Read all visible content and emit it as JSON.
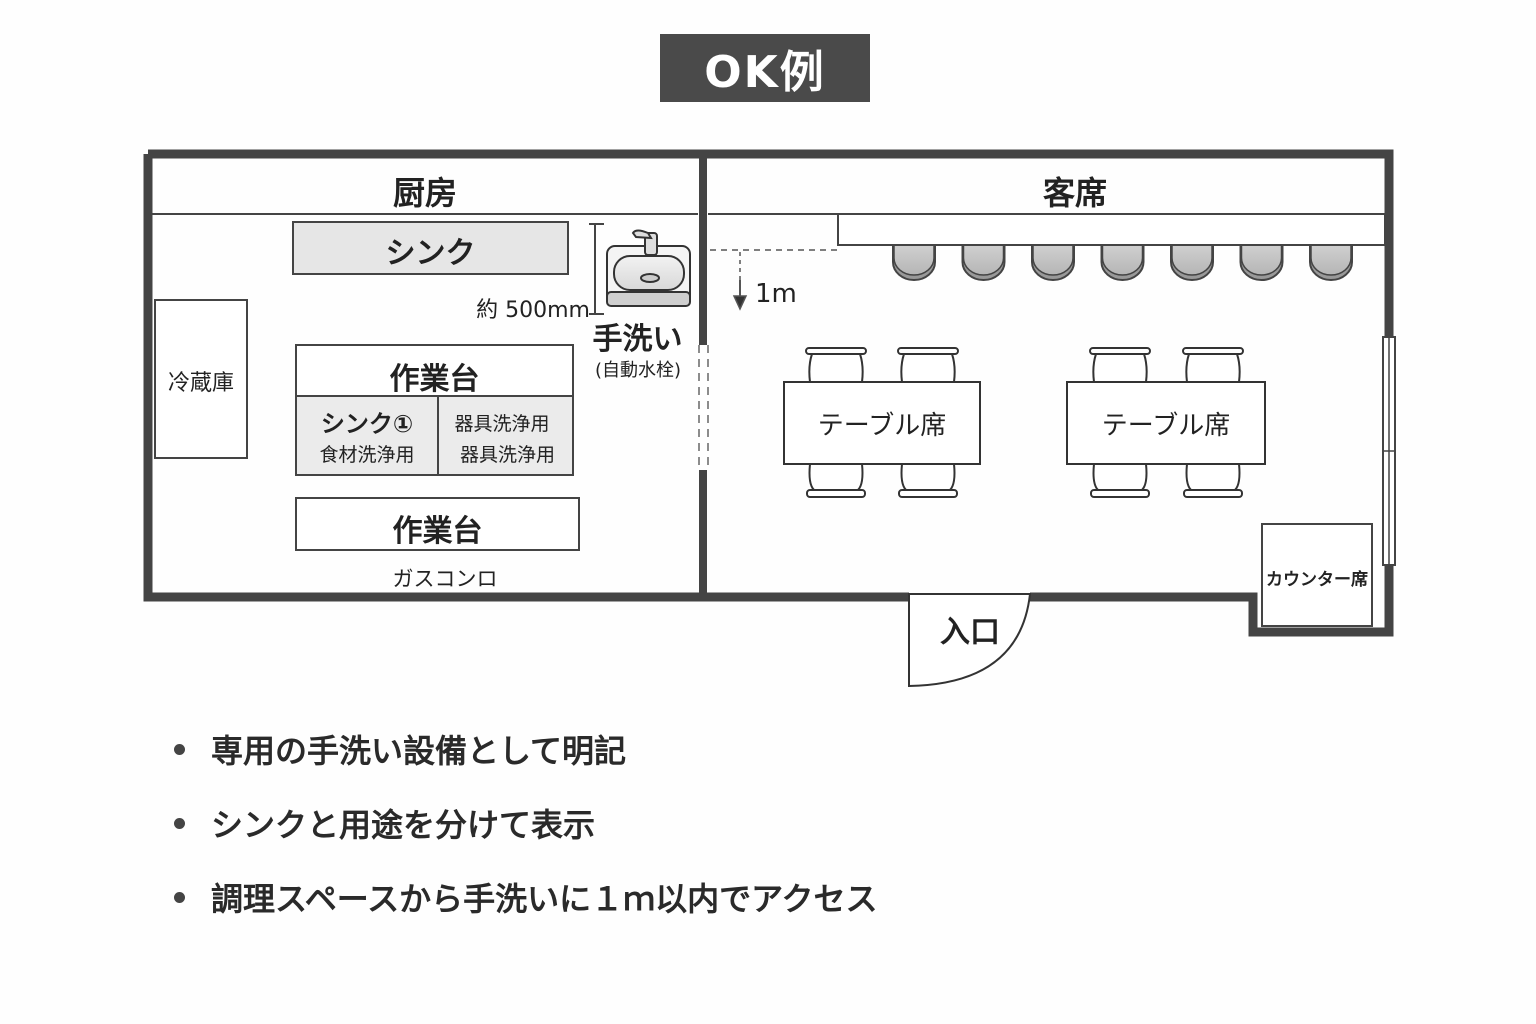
{
  "title": "OK例",
  "floorplan": {
    "kitchen": {
      "title": "厨房",
      "sink": "シンク",
      "dimension": "約 500mm",
      "handwash": {
        "label": "手洗い",
        "sublabel": "(自動水栓)"
      },
      "fridge": "冷蔵庫",
      "worktable_1": {
        "label": "作業台",
        "left_cell": {
          "line1": "シンク①",
          "line2": "食材洗浄用"
        },
        "right_cell": {
          "line1": "器具洗浄用",
          "line2": "器具洗浄用"
        }
      },
      "worktable_2": "作業台",
      "stove": "ガスコンロ"
    },
    "dining": {
      "title": "客席",
      "distance": "1m",
      "counter_stools": 7,
      "tables": [
        {
          "label": "テーブル席",
          "chairs": 4
        },
        {
          "label": "テーブル席",
          "chairs": 4
        }
      ],
      "counter": "カウンター席",
      "entrance": "入口"
    }
  },
  "bullets": [
    "専用の手洗い設備として明記",
    "シンクと用途を分けて表示",
    "調理スペースから手洗いに１ｍ以内でアクセス"
  ]
}
